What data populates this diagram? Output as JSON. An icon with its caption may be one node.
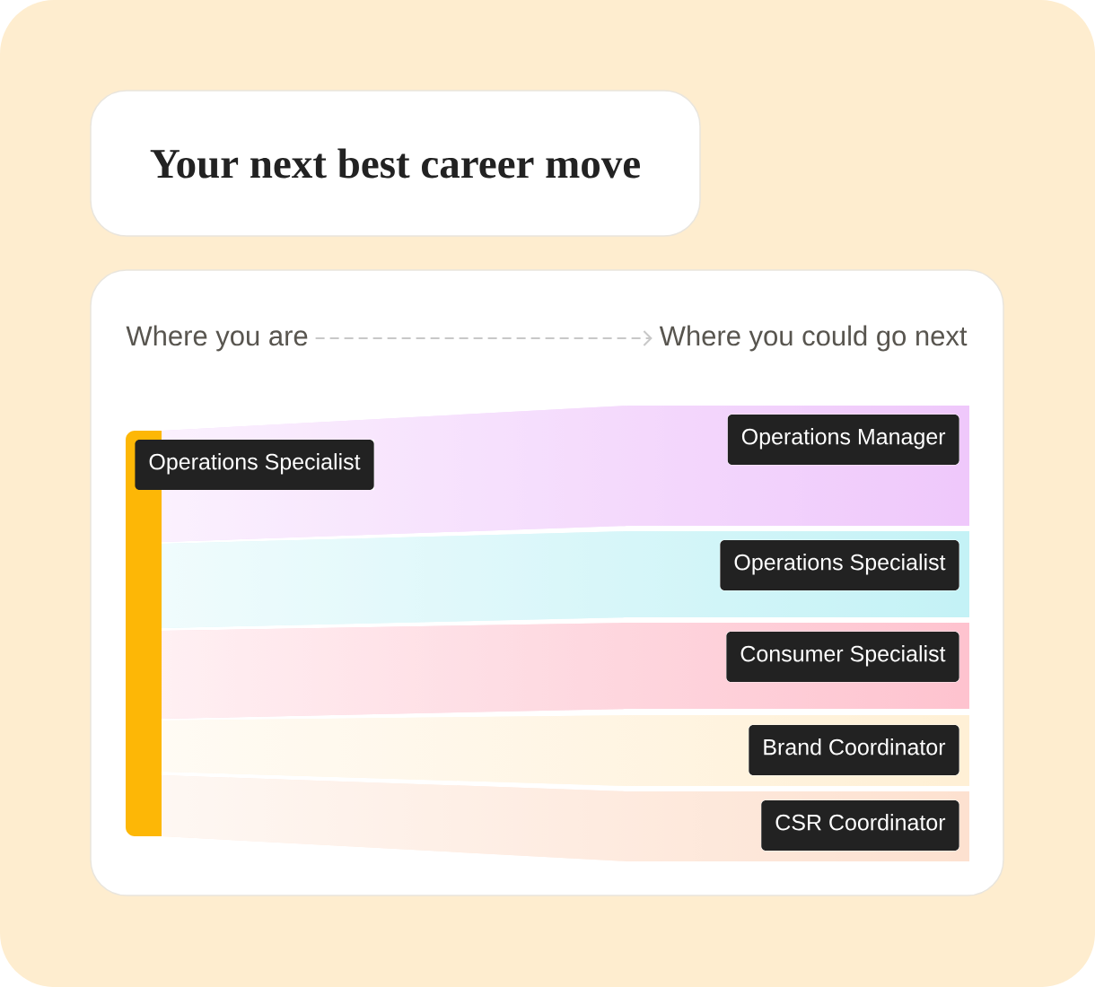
{
  "diagram": {
    "title": "Your next best career move",
    "nodes": [
      {
        "text": [
          "Where you are"
        ]
      },
      {
        "text": [
          "Where you could go next"
        ]
      },
      {
        "text": [],
        "shape": "bar"
      },
      {
        "text": [
          "Operations Specialist"
        ]
      },
      {
        "text": [
          "Operations Manager"
        ]
      },
      {
        "text": [
          "Operations Specialist"
        ]
      },
      {
        "text": [
          "Consumer Specialist"
        ]
      },
      {
        "text": [
          "Brand Coordinator"
        ]
      },
      {
        "text": [
          "CSR Coordinator"
        ]
      }
    ],
    "edges": [
      {
        "from": 0,
        "to": 1,
        "arrow": "to",
        "style": "dashed",
        "color": "#c8c8c8"
      },
      {
        "from": 2,
        "to": 4,
        "arrow": "none",
        "style": "thick",
        "color": "#efc8fb"
      },
      {
        "from": 2,
        "to": 5,
        "arrow": "none",
        "style": "thick",
        "color": "#c4f2f6"
      },
      {
        "from": 2,
        "to": 6,
        "arrow": "none",
        "style": "thick",
        "color": "#fec3cf"
      },
      {
        "from": 2,
        "to": 7,
        "arrow": "none",
        "style": "thick",
        "color": "#fff0d6"
      },
      {
        "from": 2,
        "to": 8,
        "arrow": "none",
        "style": "thick",
        "color": "#fde1d0"
      }
    ]
  }
}
